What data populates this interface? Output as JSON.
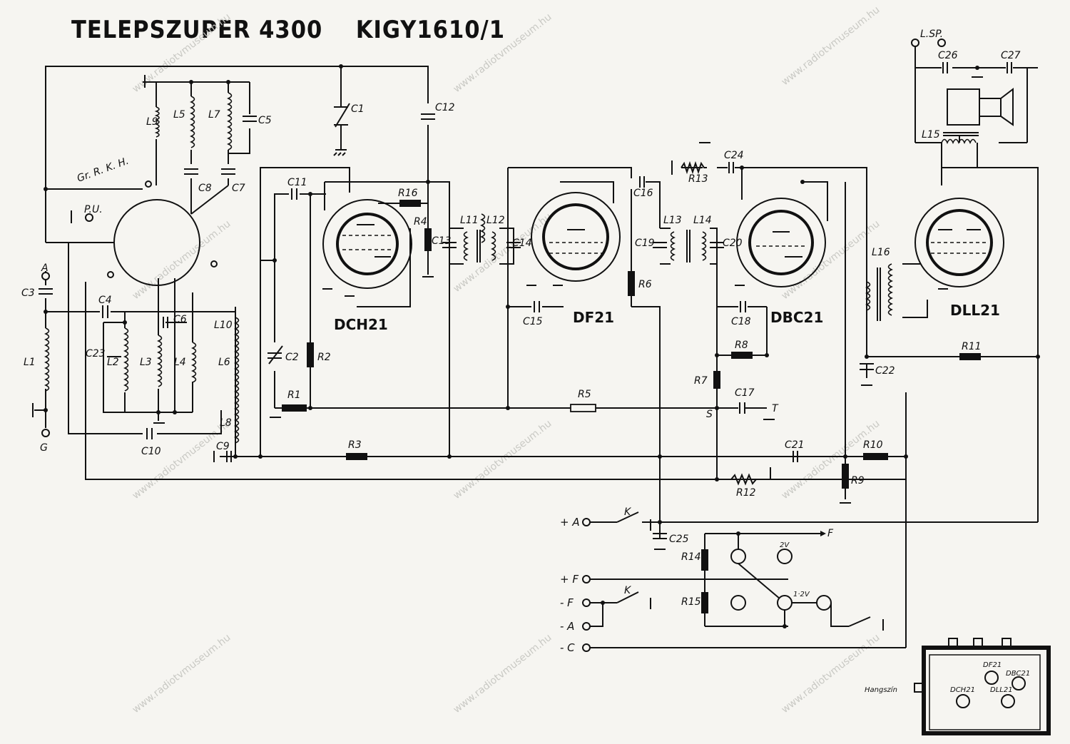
{
  "header": {
    "title": "TELEPSZUPER 4300",
    "code": "KIGY1610/1"
  },
  "tubes": [
    "DCH21",
    "DF21",
    "DBC21",
    "DLL21"
  ],
  "terminals": {
    "antenna": "A",
    "ground": "G",
    "pu": "P.U.",
    "loudspeaker": "L.SP.",
    "plus_a": "+ A",
    "plus_f": "+ F",
    "minus_f": "- F",
    "minus_a": "- A",
    "minus_c": "- C",
    "filament_out": "F"
  },
  "switch_label": "Gr. R. K. H.",
  "components": {
    "capacitors": [
      "C1",
      "C2",
      "C3",
      "C4",
      "C5",
      "C6",
      "C7",
      "C8",
      "C9",
      "C10",
      "C11",
      "C12",
      "C13",
      "C14",
      "C15",
      "C16",
      "C17",
      "C18",
      "C19",
      "C20",
      "C21",
      "C22",
      "C23",
      "C24",
      "C25",
      "C26",
      "C27"
    ],
    "resistors": [
      "R1",
      "R2",
      "R3",
      "R4",
      "R5",
      "R6",
      "R7",
      "R8",
      "R9",
      "R10",
      "R11",
      "R12",
      "R13",
      "R14",
      "R15",
      "R16"
    ],
    "coils": [
      "L1",
      "L2",
      "L3",
      "L4",
      "L5",
      "L6",
      "L7",
      "L8",
      "L9",
      "L10",
      "L11",
      "L12",
      "L13",
      "L14",
      "L15",
      "L16"
    ]
  },
  "misc_labels": {
    "switch_k": "K",
    "s": "S",
    "t": "T",
    "v2": "2V",
    "v12": "1·2V"
  },
  "chassis_layout": {
    "knob": "Hangszín",
    "tubes": [
      "DF21",
      "DBC21",
      "DCH21",
      "DLL21"
    ]
  },
  "watermark": "www.radiotvmuseum.hu"
}
